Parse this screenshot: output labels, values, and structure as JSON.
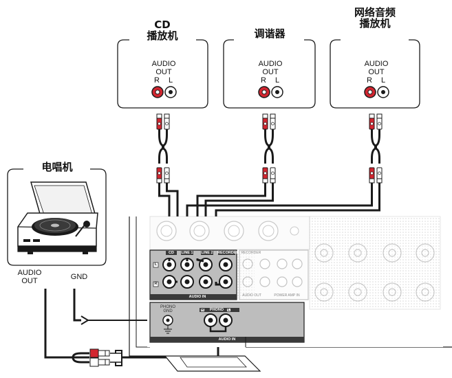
{
  "sources": [
    {
      "title": "CD\n播放机",
      "out_label": "AUDIO\nOUT",
      "r": "R",
      "l": "L"
    },
    {
      "title": "调谐器",
      "out_label": "AUDIO\nOUT",
      "r": "R",
      "l": "L"
    },
    {
      "title": "网络音频\n播放机",
      "out_label": "AUDIO\nOUT",
      "r": "R",
      "l": "L"
    }
  ],
  "turntable": {
    "title": "电唱机",
    "audio_out": "AUDIO\nOUT",
    "gnd": "GND"
  },
  "receiver": {
    "audio_in": "AUDIO IN",
    "inputs": [
      "CD",
      "LINE 1",
      "LINE 2",
      "RECORDER"
    ],
    "phono_gnd": "PHONO\nGND",
    "phono": "PHONO",
    "phono_audio_in": "AUDIO IN",
    "recorder_out": "RECORDER",
    "audio_out": "AUDIO OUT",
    "power_amp_in": "POWER AMP IN",
    "r": "R",
    "l": "L"
  },
  "colors": {
    "line": "#1a1a1a",
    "red": "#d22630",
    "panel": "#bdbdbd",
    "dark": "#3a3a3a"
  }
}
